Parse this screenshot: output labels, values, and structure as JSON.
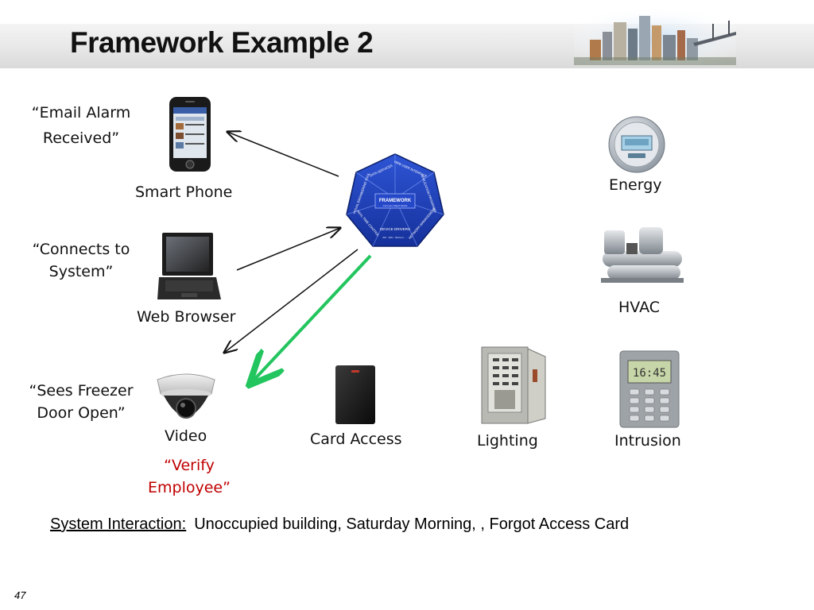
{
  "slide": {
    "title": "Framework Example 2",
    "page_number": "47"
  },
  "devices": {
    "smart_phone": {
      "label": "Smart Phone",
      "quote_line1": "“Email Alarm",
      "quote_line2": "Received”"
    },
    "web_browser": {
      "label": "Web Browser",
      "quote_line1": "“Connects to",
      "quote_line2": "System”"
    },
    "video": {
      "label": "Video",
      "quote_line1": "“Sees Freezer",
      "quote_line2": "Door Open”",
      "verify_line1": "“Verify",
      "verify_line2": "Employee”"
    },
    "card_access": {
      "label": "Card Access"
    },
    "lighting": {
      "label": "Lighting"
    },
    "intrusion": {
      "label": "Intrusion"
    },
    "energy": {
      "label": "Energy"
    },
    "hvac": {
      "label": "HVAC"
    }
  },
  "framework_hub": {
    "center": "FRAMEWORK",
    "subtitle": "Common Object Model",
    "segments": [
      "DATA SERVICES",
      "WEB USER INTERFACE",
      "APPLICATION PROGRAMS",
      "NETWORK MANAGEMENT",
      "DEVICE DRIVERS",
      "REAL-TIME CONTROL",
      "VISUAL ENGINEERING TOOL"
    ],
    "bottom_text": "ZW · WiFi · BACnet · ..."
  },
  "footer": {
    "label": "System Interaction:",
    "text": "Unoccupied building, Saturday Morning, , Forgot Access Card"
  },
  "colors": {
    "accent_red": "#c00000",
    "arrow_green": "#22c55e",
    "hub_blue": "#1f3fb8"
  }
}
